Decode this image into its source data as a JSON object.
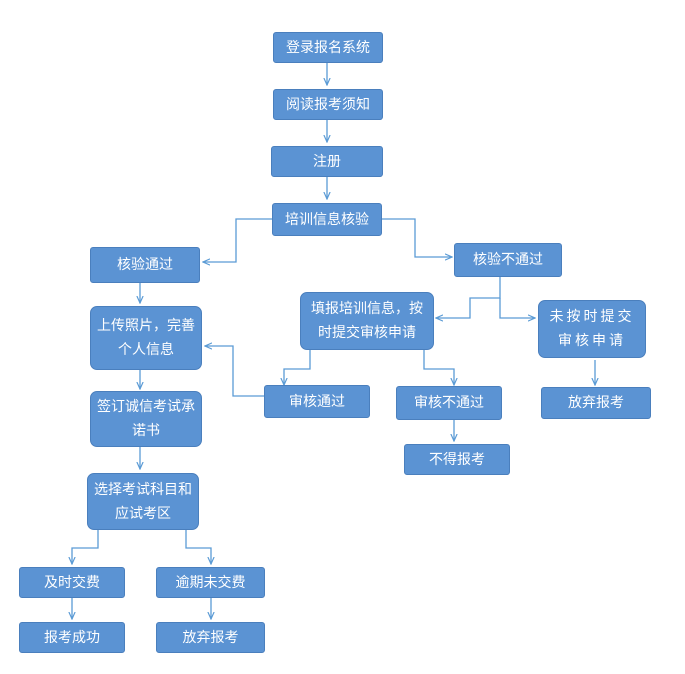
{
  "nodes": {
    "login": "登录报名系统",
    "read": "阅读报考须知",
    "register": "注册",
    "verify": "培训信息核验",
    "verify_pass": "核验通过",
    "verify_fail": "核验不通过",
    "fill_training": "填报培训信息，按时提交审核申请",
    "not_submit": "未按时提交审核申请",
    "upload": "上传照片，完善个人信息",
    "review_pass": "审核通过",
    "review_fail": "审核不通过",
    "give_up_1": "放弃报考",
    "sign": "签订诚信考试承诺书",
    "cannot_apply": "不得报考",
    "select": "选择考试科目和应试考区",
    "pay_on_time": "及时交费",
    "overdue": "逾期未交费",
    "success": "报考成功",
    "give_up_2": "放弃报考"
  },
  "colors": {
    "box_fill": "#5b93d3",
    "box_border": "#4a7fbd",
    "connector": "#5b9bd5",
    "text": "#ffffff"
  }
}
